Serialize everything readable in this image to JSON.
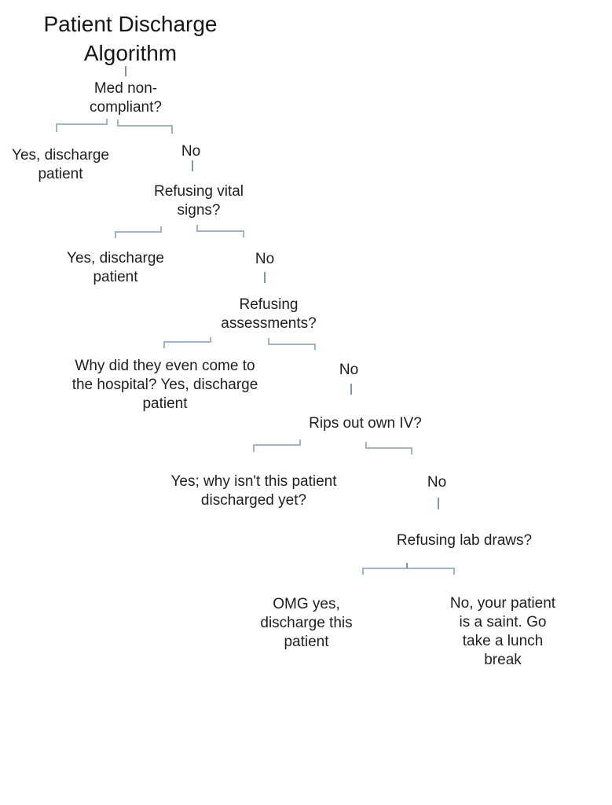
{
  "colors": {
    "background": "#ffffff",
    "text": "#1f1f1f",
    "connector": "#9fb3c9",
    "no_tick": "#7f96b0",
    "title_tick": "#8f8f8f"
  },
  "diagram": {
    "title": {
      "lines": [
        "Patient Discharge",
        "Algorithm"
      ]
    },
    "nodes": {
      "q1": {
        "lines": [
          "Med non-",
          "compliant?"
        ]
      },
      "yes1": {
        "lines": [
          "Yes, discharge",
          "patient"
        ]
      },
      "no1": {
        "lines": [
          "No"
        ]
      },
      "q2": {
        "lines": [
          "Refusing vital",
          "signs?"
        ]
      },
      "yes2": {
        "lines": [
          "Yes, discharge",
          "patient"
        ]
      },
      "no2": {
        "lines": [
          "No"
        ]
      },
      "q3": {
        "lines": [
          "Refusing",
          "assessments?"
        ]
      },
      "yes3": {
        "lines": [
          "Why did they even come to",
          "the hospital? Yes, discharge",
          "patient"
        ]
      },
      "no3": {
        "lines": [
          "No"
        ]
      },
      "q4": {
        "lines": [
          "Rips out own IV?"
        ]
      },
      "yes4": {
        "lines": [
          "Yes; why isn't this patient",
          "discharged yet?"
        ]
      },
      "no4": {
        "lines": [
          "No"
        ]
      },
      "q5": {
        "lines": [
          "Refusing lab draws?"
        ]
      },
      "yes5": {
        "lines": [
          "OMG yes,",
          "discharge this",
          "patient"
        ]
      },
      "no5": {
        "lines": [
          "No, your patient",
          "is a saint. Go",
          "take a lunch",
          "break"
        ]
      }
    }
  }
}
